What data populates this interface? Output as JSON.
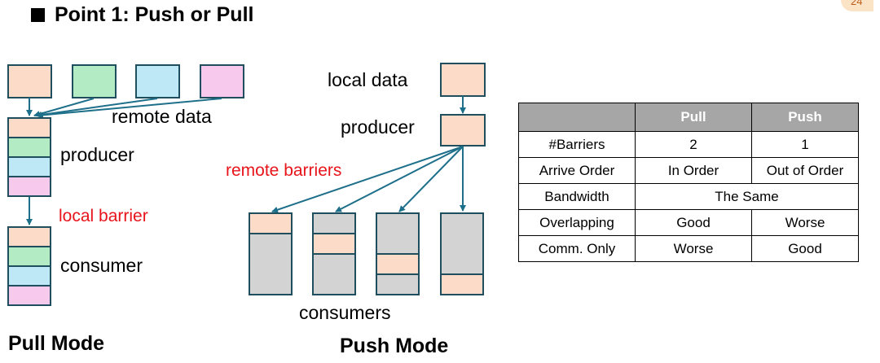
{
  "title": "Point 1: Push or Pull",
  "corner_text": "24",
  "pull": {
    "remote_data_label": "remote data",
    "producer_label": "producer",
    "local_barrier_label": "local barrier",
    "consumer_label": "consumer",
    "mode_label": "Pull Mode"
  },
  "push": {
    "local_data_label": "local data",
    "producer_label": "producer",
    "remote_barriers_label": "remote barriers",
    "consumers_label": "consumers",
    "mode_label": "Push Mode"
  },
  "colors": {
    "peach": "#fcdcc8",
    "green": "#b3ecc4",
    "blue": "#bfe8f7",
    "pink": "#f6c9ed",
    "gray": "#d3d3d3",
    "border": "#1f4e5f",
    "arrow": "#1e6f8a",
    "red": "#e8141b"
  },
  "table": {
    "headers": [
      "",
      "Pull",
      "Push"
    ],
    "rows": [
      {
        "label": "#Barriers",
        "pull": "2",
        "push": "1"
      },
      {
        "label": "Arrive Order",
        "pull": "In Order",
        "push": "Out of Order"
      },
      {
        "label": "Bandwidth",
        "merged": "The Same"
      },
      {
        "label": "Overlapping",
        "pull": "Good",
        "push": "Worse"
      },
      {
        "label": "Comm. Only",
        "pull": "Worse",
        "push": "Good"
      }
    ]
  }
}
